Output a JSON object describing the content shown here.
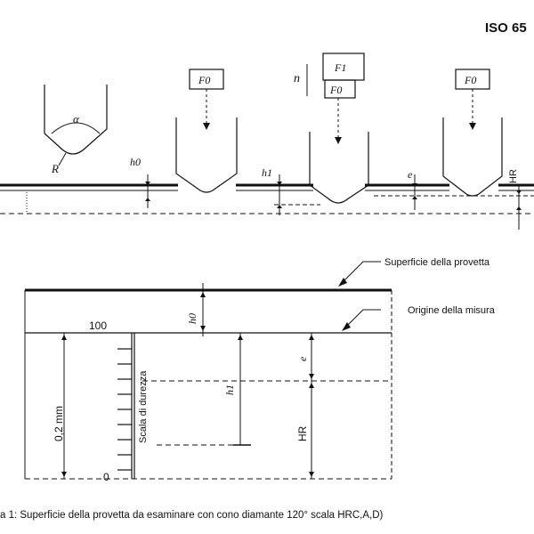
{
  "header": {
    "standard": "ISO 65"
  },
  "top_figure": {
    "angle_label": "α",
    "radius_label": "R",
    "force_f0_left": "F0",
    "force_f1": "F1",
    "force_f0_middle": "F0",
    "force_f0_right": "F0",
    "force_mark": "n",
    "h0_label": "h0",
    "h1_label": "h1",
    "e_label": "e",
    "hr_label": "HR"
  },
  "bottom_figure": {
    "callout_surface": "Superficie della provetta",
    "callout_origin": "Origine della misura",
    "h0_label": "h0",
    "scale_top_value": "100",
    "scale_bottom_value": "0",
    "depth_label": "0,2 mm",
    "scale_label": "Scala di durezza",
    "e_label": "e",
    "h1_label": "h1",
    "hr_label": "HR"
  },
  "caption": "a 1: Superficie della provetta da esaminare con cono diamante 120° scala HRC,A,D)"
}
